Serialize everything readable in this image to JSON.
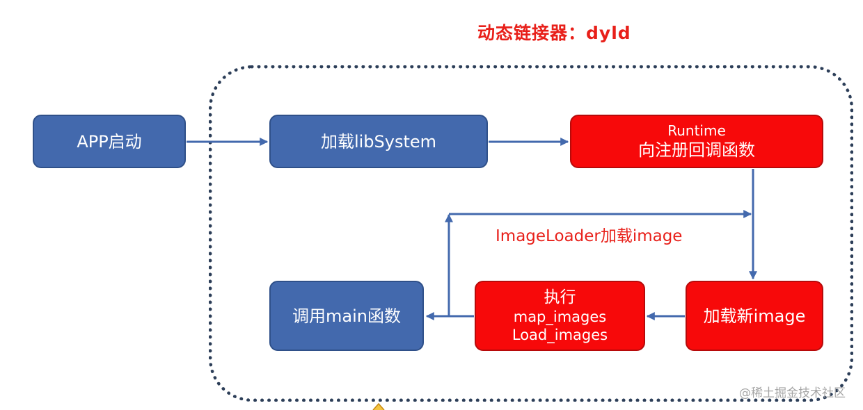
{
  "diagram": {
    "title": "动态链接器：dyld",
    "nodes": {
      "app_start": "APP启动",
      "load_libsystem": "加载libSystem",
      "runtime_line1": "Runtime",
      "runtime_line2": "向注册回调函数",
      "load_new_image": "加载新image",
      "execute_line1": "执行",
      "execute_line2": "map_images",
      "execute_line3": "Load_images",
      "call_main": "调用main函数"
    },
    "loop_label": "ImageLoader加载image"
  },
  "watermark": "@稀土掘金技术社区",
  "colors": {
    "blue_node": "#4369ad",
    "red_node": "#f7090a",
    "arrow": "#4369ad",
    "title_text": "#e8201a",
    "frame": "#2c3e58"
  }
}
